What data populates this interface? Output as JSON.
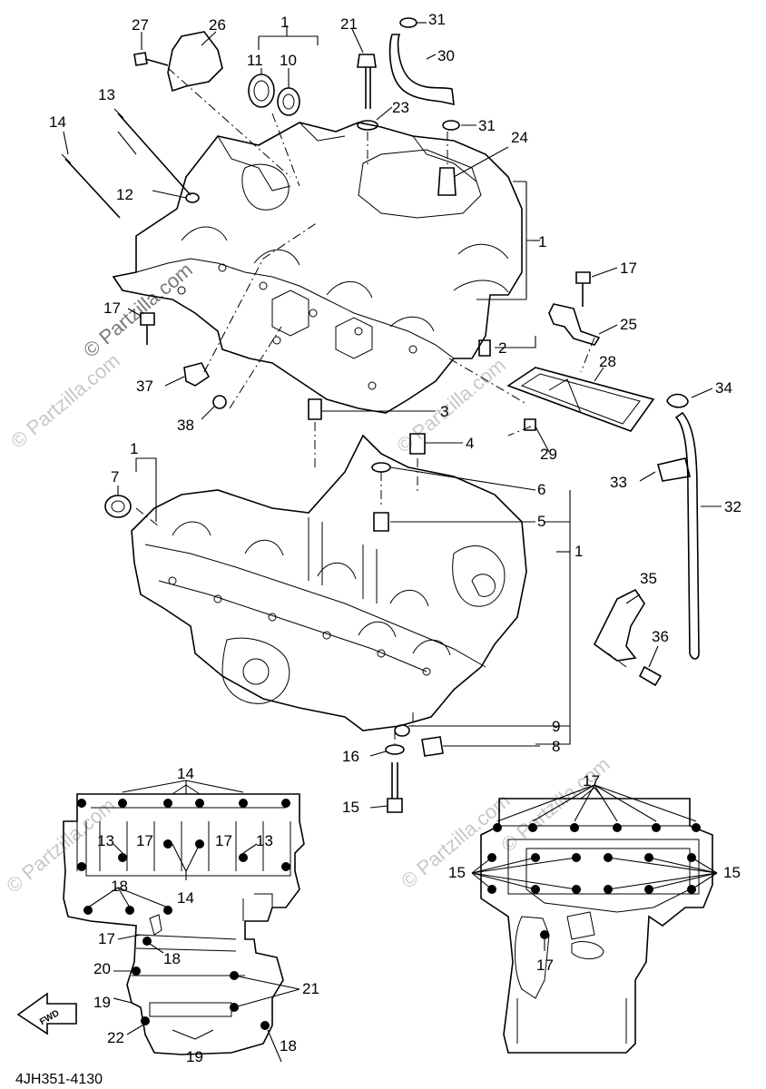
{
  "diagram": {
    "callouts": {
      "c1a": "1",
      "c1b": "1",
      "c1c": "1",
      "c1d": "1",
      "c2": "2",
      "c3": "3",
      "c4": "4",
      "c5": "5",
      "c6": "6",
      "c7": "7",
      "c8": "8",
      "c9": "9",
      "c10": "10",
      "c11": "11",
      "c12": "12",
      "c13": "13",
      "c14": "14",
      "c15": "15",
      "c16": "16",
      "c17a": "17",
      "c17b": "17",
      "c21": "21",
      "c23": "23",
      "c24": "24",
      "c25": "25",
      "c26": "26",
      "c27": "27",
      "c28": "28",
      "c29": "29",
      "c30": "30",
      "c31a": "31",
      "c31b": "31",
      "c32": "32",
      "c33": "33",
      "c34": "34",
      "c35": "35",
      "c36": "36",
      "c37": "37",
      "c38": "38"
    },
    "left_view": {
      "l14a": "14",
      "l13a": "13",
      "l17a": "17",
      "l17b": "17",
      "l13b": "13",
      "l18a": "18",
      "l14b": "14",
      "l17c": "17",
      "l18b": "18",
      "l20": "20",
      "l19a": "19",
      "l21": "21",
      "l22": "22",
      "l19b": "19",
      "l18c": "18"
    },
    "right_view": {
      "r17a": "17",
      "r15a": "15",
      "r15b": "15",
      "r17b": "17"
    },
    "fwd_arrow": "FWD",
    "diagram_code": "4JH351-4130",
    "watermarks": [
      "© Partzilla.com",
      "© Partzilla.com",
      "© Partzilla.com",
      "© Partzilla.com",
      "© Partzilla.com",
      "© Partzilla.com"
    ]
  }
}
